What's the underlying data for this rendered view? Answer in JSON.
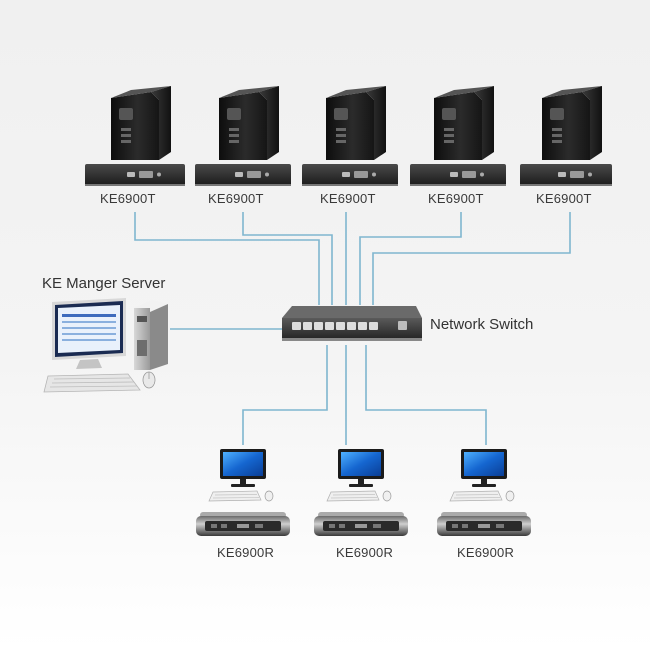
{
  "labels": {
    "server": "KE Manger Server",
    "switch": "Network Switch"
  },
  "transmitters": [
    {
      "label": "KE6900T"
    },
    {
      "label": "KE6900T"
    },
    {
      "label": "KE6900T"
    },
    {
      "label": "KE6900T"
    },
    {
      "label": "KE6900T"
    }
  ],
  "receivers": [
    {
      "label": "KE6900R"
    },
    {
      "label": "KE6900R"
    },
    {
      "label": "KE6900R"
    }
  ],
  "colors": {
    "wire": "#7fb6cf",
    "tower": "#1e1e1e",
    "device": "#2a2a2a",
    "screen": "#1c6fd6"
  },
  "icons": {
    "computer": "pc-tower-icon",
    "transmitter": "kvm-transmitter-icon",
    "switch": "network-switch-icon",
    "server": "server-workstation-icon",
    "monitor": "monitor-icon",
    "keyboard": "keyboard-icon",
    "mouse": "mouse-icon",
    "receiver": "kvm-receiver-icon"
  }
}
